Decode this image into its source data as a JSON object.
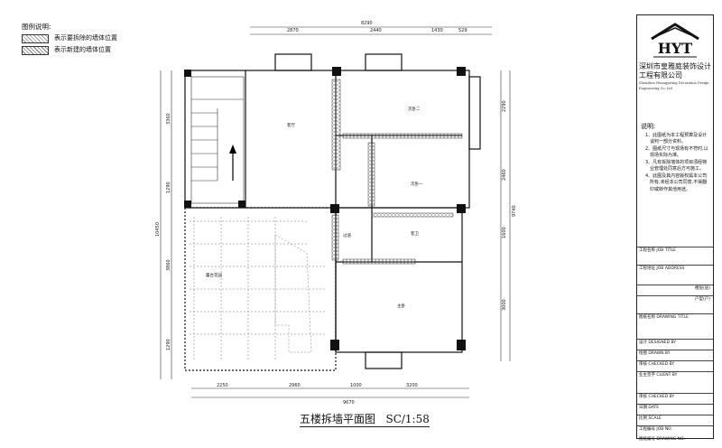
{
  "legend": {
    "title": "图例说明:",
    "demolish": "表示要拆除的墙体位置",
    "new_wall": "表示新建的墙体位置"
  },
  "drawing": {
    "title": "五楼拆墙平面图",
    "scale": "SC/1:58",
    "dims_top": {
      "overall": "8290",
      "d1": "2870",
      "d2": "2440",
      "d3": "1430",
      "d4": "529"
    },
    "dims_bottom": {
      "overall": "9670",
      "d1": "2250",
      "d2": "2960",
      "d3": "1000",
      "d4": "3200"
    },
    "dims_left": {
      "overall": "10450",
      "d1": "3360",
      "d2": "1290",
      "d3": "3860",
      "d4": "1290"
    },
    "dims_right": {
      "overall": "9740",
      "d1": "2290",
      "d2": "2460",
      "d3": "1600",
      "d4": "3000"
    },
    "rooms": {
      "living": "客厅",
      "bed2": "次卧二",
      "bed1": "次卧一",
      "bath": "客卫",
      "master": "主卧",
      "terrace": "露台花园",
      "corridor": "过道"
    }
  },
  "titleblock": {
    "company_cn": "深圳市皇雅庭装饰设计工程有限公司",
    "company_en": "Shenzhen Huangyating Decoration Design Engineering Co.,Ltd",
    "logo": "HYT",
    "notes_title": "说明:",
    "notes": [
      "1、此图纸为本工程预算及设计谈判一部分资料。",
      "2、图纸尺寸与现场有不符时,以现场实际为准。",
      "3、凡有拆除墙体的项目须经物业管理处同意后方可施工。",
      "4、此图及其内容版权属本公司所有,未经本公司同意,不得翻印或转作其他用途。"
    ],
    "fields": [
      "工程名称 JOB TITLE",
      "工程地址 JOB ADDRESS",
      "楼层(层)",
      "户型(户)",
      "图纸名称 DRAWING TITLE",
      "设计 DESIGNED BY",
      "绘图 DRAWN BY",
      "审核 CHECKED BY",
      "业主签字 CLIENT BY",
      "审核 CHECKED BY",
      "日期 DATE",
      "比例 SCALE",
      "工程编号 JOB NO.",
      "图纸编号 DRAWING NO."
    ]
  }
}
